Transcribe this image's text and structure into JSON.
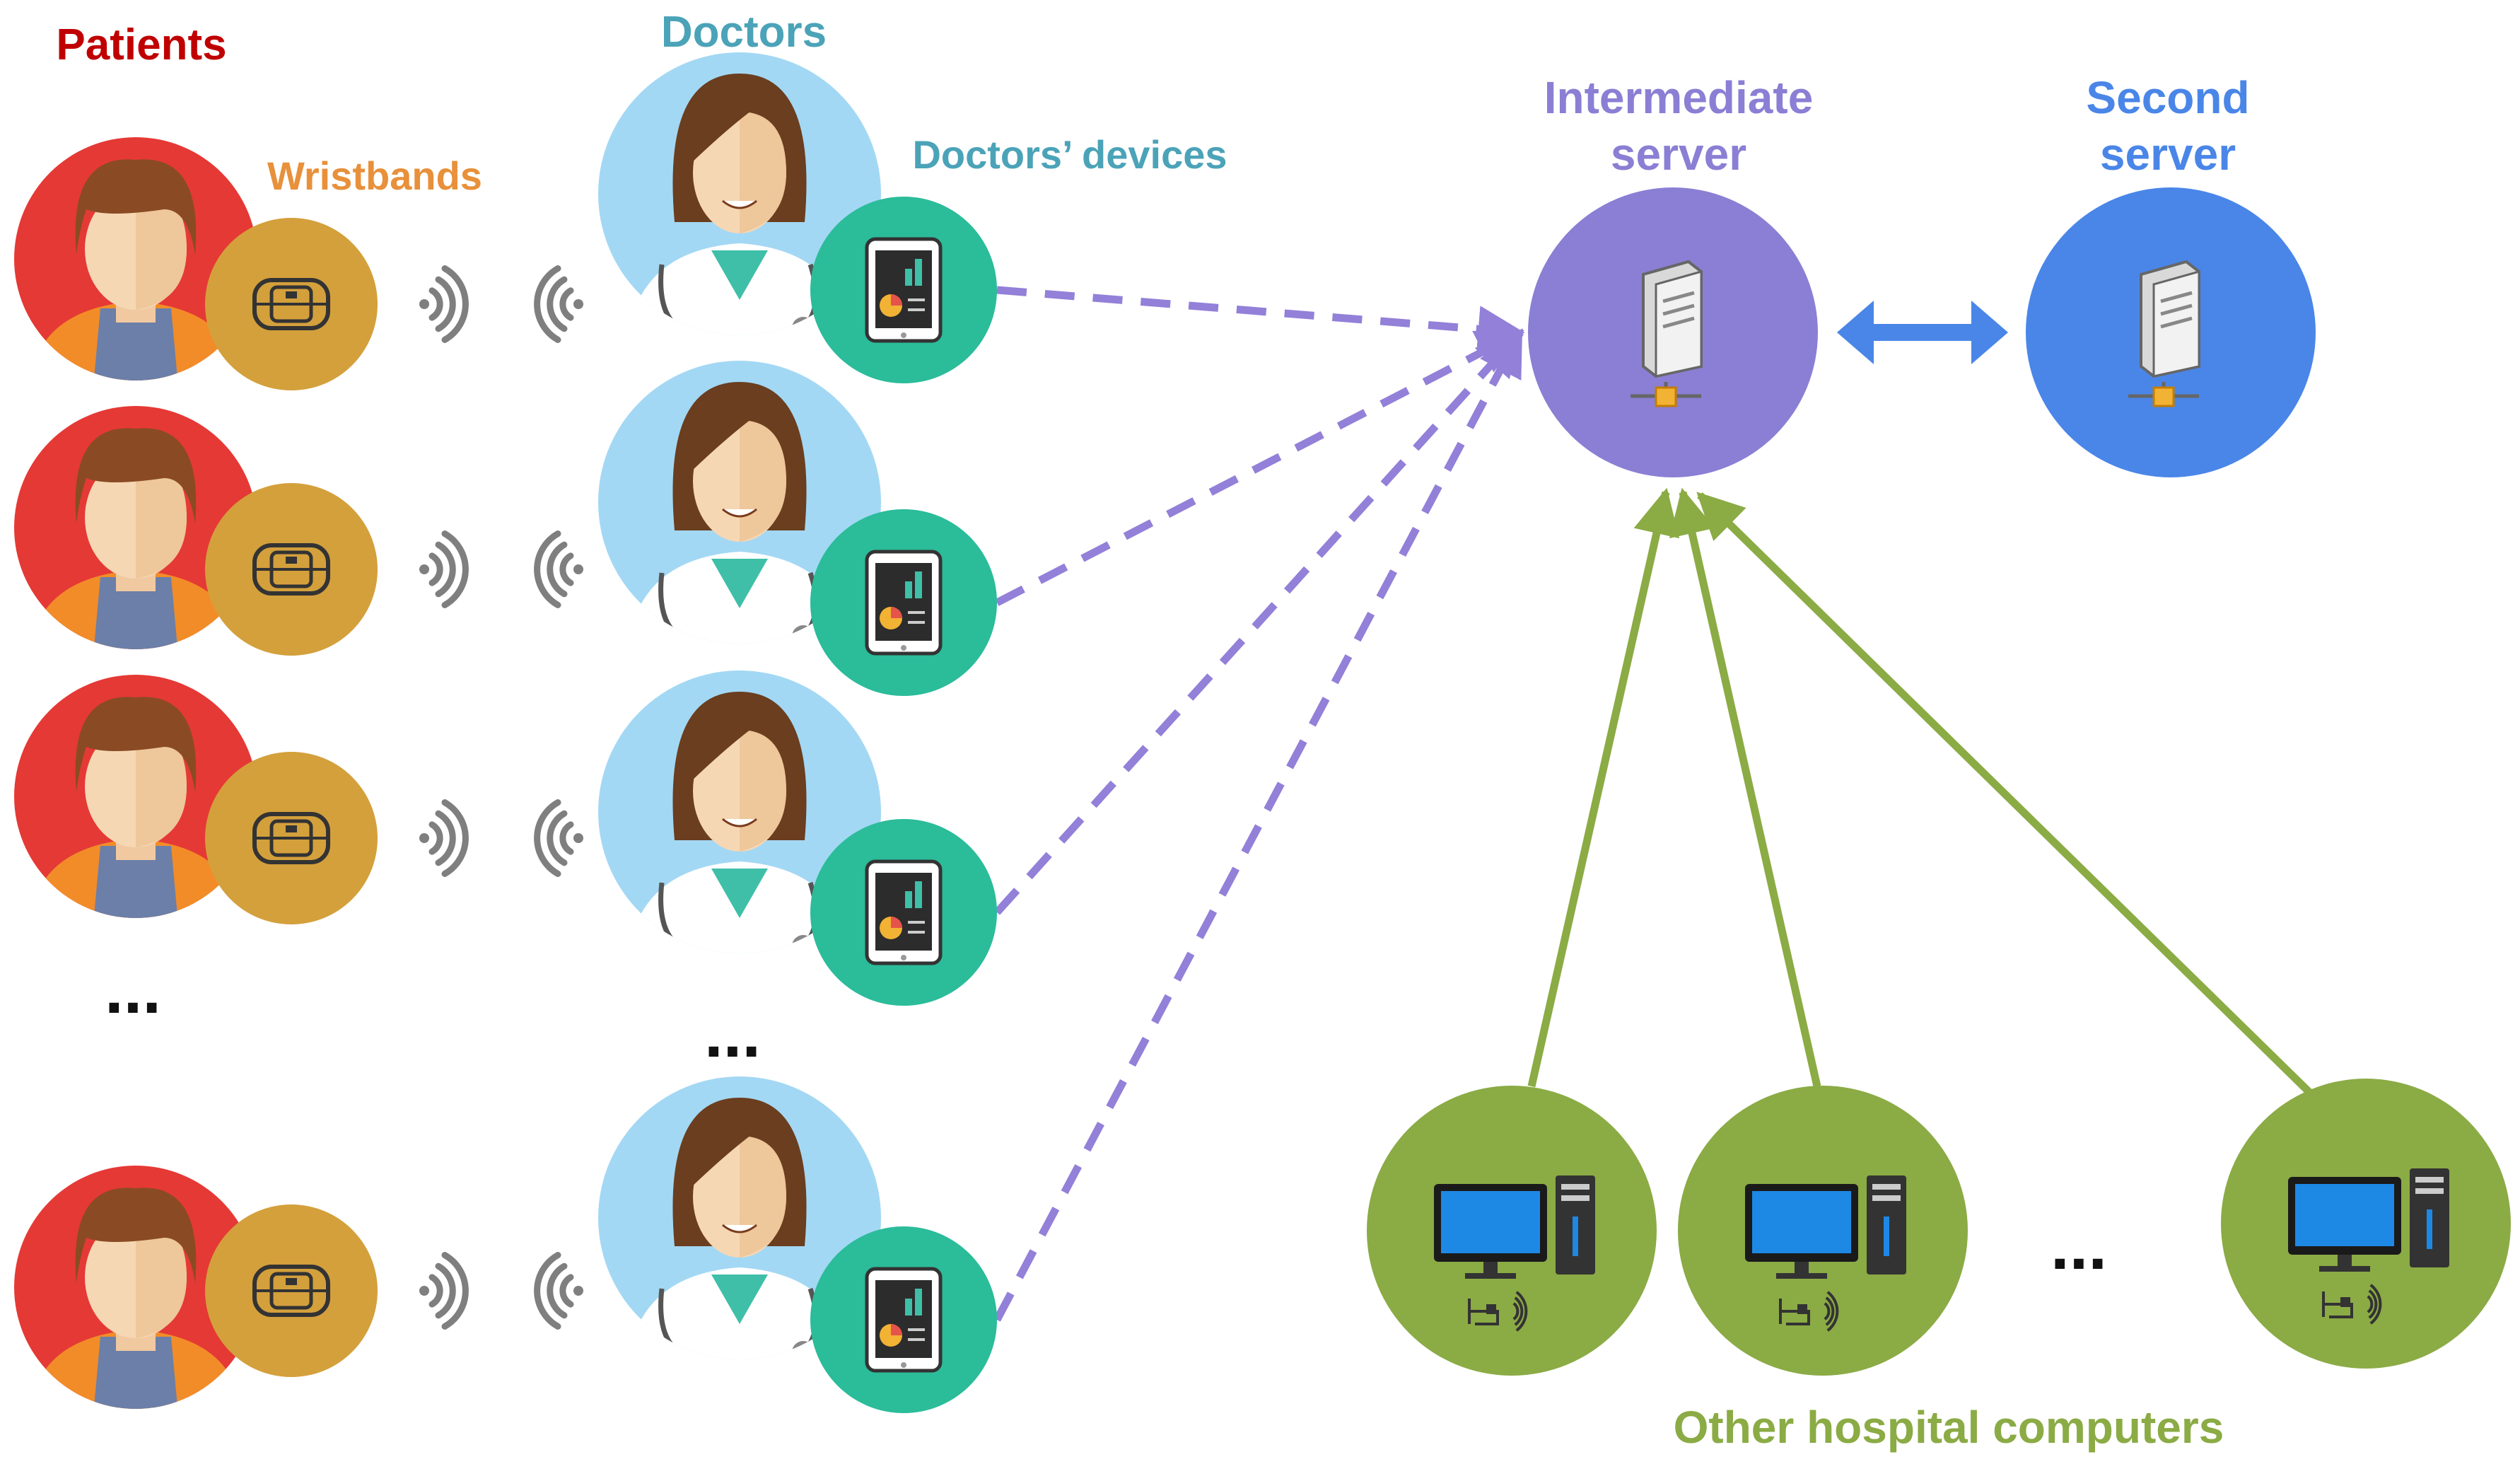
{
  "labels": {
    "patients": "Patients",
    "wristbands": "Wristbands",
    "doctors": "Doctors",
    "doctors_devices": "Doctors’ devices",
    "intermediate_server_line1": "Intermediate",
    "intermediate_server_line2": "server",
    "second_server_line1": "Second",
    "second_server_line2": "server",
    "other_hospital_computers": "Other hospital computers",
    "ellipsis": "..."
  },
  "colors": {
    "patients_label": "#c00000",
    "patient_circle": "#e53935",
    "wristbands_label": "#e8903a",
    "wristband_circle": "#d4a03c",
    "doctors_label": "#4ba3b8",
    "doctor_circle": "#a3d8f4",
    "device_circle": "#2bbc9a",
    "intermediate_server": "#8a7fd4",
    "second_server": "#4a86e8",
    "computer_circle": "#8bab45",
    "dashed_arrow": "#9380d8",
    "double_arrow": "#4a86e8",
    "green_arrow": "#8bab45",
    "signal_icon": "#7f7f7f"
  },
  "icons": {
    "patient": "person-avatar-icon",
    "wristband": "wristband-icon",
    "doctor": "doctor-avatar-icon",
    "device": "tablet-dashboard-icon",
    "signal": "wireless-signal-icon",
    "server": "server-icon",
    "computer": "desktop-computer-icon"
  }
}
